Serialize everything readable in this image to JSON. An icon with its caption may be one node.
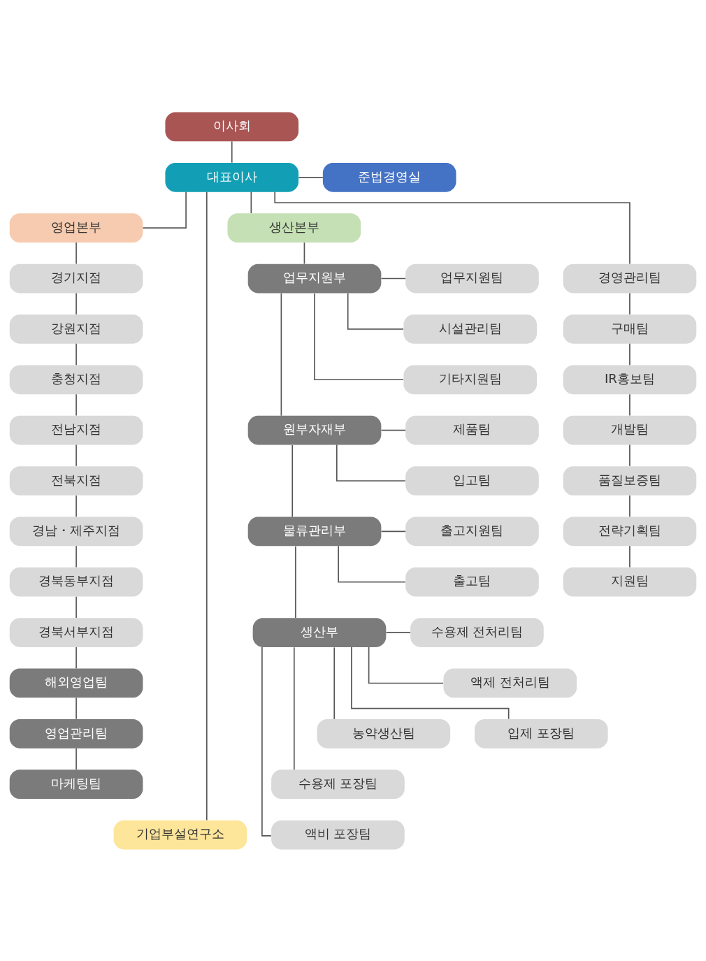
{
  "diagram": {
    "nodes": [
      {
        "text": [
          "이사회"
        ]
      },
      {
        "text": [
          "대표이사"
        ]
      },
      {
        "text": [
          "준법경영실"
        ]
      },
      {
        "text": [
          "영업본부"
        ]
      },
      {
        "text": [
          "경기지점"
        ]
      },
      {
        "text": [
          "강원지점"
        ]
      },
      {
        "text": [
          "충청지점"
        ]
      },
      {
        "text": [
          "전남지점"
        ]
      },
      {
        "text": [
          "전북지점"
        ]
      },
      {
        "text": [
          "경남・제주지점"
        ]
      },
      {
        "text": [
          "경북동부지점"
        ]
      },
      {
        "text": [
          "경북서부지점"
        ]
      },
      {
        "text": [
          "해외영업팀"
        ]
      },
      {
        "text": [
          "영업관리팀"
        ]
      },
      {
        "text": [
          "마케팅팀"
        ]
      },
      {
        "text": [
          "기업부설연구소"
        ]
      },
      {
        "text": [
          "생산본부"
        ]
      },
      {
        "text": [
          "업무지원부"
        ]
      },
      {
        "text": [
          "원부자재부"
        ]
      },
      {
        "text": [
          "물류관리부"
        ]
      },
      {
        "text": [
          "생산부"
        ]
      },
      {
        "text": [
          "농약생산팀"
        ]
      },
      {
        "text": [
          "업무지원팀"
        ]
      },
      {
        "text": [
          "시설관리팀"
        ]
      },
      {
        "text": [
          "기타지원팀"
        ]
      },
      {
        "text": [
          "제품팀"
        ]
      },
      {
        "text": [
          "입고팀"
        ]
      },
      {
        "text": [
          "출고지원팀"
        ]
      },
      {
        "text": [
          "출고팀"
        ]
      },
      {
        "text": [
          "수용제 전처리팀"
        ]
      },
      {
        "text": [
          "액제 전처리팀"
        ]
      },
      {
        "text": [
          "입제 포장팀"
        ]
      },
      {
        "text": [
          "수용제 포장팀"
        ]
      },
      {
        "text": [
          "액비 포장팀"
        ]
      },
      {
        "text": [
          "경영관리팀"
        ]
      },
      {
        "text": [
          "구매팀"
        ]
      },
      {
        "text": [
          "IR홍보팀"
        ]
      },
      {
        "text": [
          "개발팀"
        ]
      },
      {
        "text": [
          "품질보증팀"
        ]
      },
      {
        "text": [
          "전략기획팀"
        ]
      },
      {
        "text": [
          "지원팀"
        ]
      }
    ],
    "edges": [
      {
        "from": 0,
        "to": 1,
        "arrow": "none"
      },
      {
        "from": 1,
        "to": 2,
        "arrow": "none"
      },
      {
        "from": 1,
        "to": 3,
        "arrow": "none"
      },
      {
        "from": 1,
        "to": 16,
        "arrow": "none"
      },
      {
        "from": 1,
        "to": 34,
        "arrow": "none"
      },
      {
        "from": 1,
        "to": 15,
        "arrow": "none"
      },
      {
        "from": 3,
        "to": 4,
        "arrow": "none"
      },
      {
        "from": 4,
        "to": 5,
        "arrow": "none"
      },
      {
        "from": 5,
        "to": 6,
        "arrow": "none"
      },
      {
        "from": 6,
        "to": 7,
        "arrow": "none"
      },
      {
        "from": 7,
        "to": 8,
        "arrow": "none"
      },
      {
        "from": 8,
        "to": 9,
        "arrow": "none"
      },
      {
        "from": 9,
        "to": 10,
        "arrow": "none"
      },
      {
        "from": 10,
        "to": 11,
        "arrow": "none"
      },
      {
        "from": 11,
        "to": 12,
        "arrow": "none"
      },
      {
        "from": 12,
        "to": 13,
        "arrow": "none"
      },
      {
        "from": 13,
        "to": 14,
        "arrow": "none"
      },
      {
        "from": 16,
        "to": 17,
        "arrow": "none"
      },
      {
        "from": 17,
        "to": 18,
        "arrow": "none"
      },
      {
        "from": 18,
        "to": 19,
        "arrow": "none"
      },
      {
        "from": 19,
        "to": 20,
        "arrow": "none"
      },
      {
        "from": 20,
        "to": 21,
        "arrow": "none"
      },
      {
        "from": 17,
        "to": 22,
        "arrow": "none"
      },
      {
        "from": 17,
        "to": 23,
        "arrow": "none"
      },
      {
        "from": 17,
        "to": 24,
        "arrow": "none"
      },
      {
        "from": 18,
        "to": 25,
        "arrow": "none"
      },
      {
        "from": 18,
        "to": 26,
        "arrow": "none"
      },
      {
        "from": 19,
        "to": 27,
        "arrow": "none"
      },
      {
        "from": 19,
        "to": 28,
        "arrow": "none"
      },
      {
        "from": 20,
        "to": 29,
        "arrow": "none"
      },
      {
        "from": 20,
        "to": 30,
        "arrow": "none"
      },
      {
        "from": 20,
        "to": 31,
        "arrow": "none"
      },
      {
        "from": 20,
        "to": 32,
        "arrow": "none"
      },
      {
        "from": 20,
        "to": 33,
        "arrow": "none"
      },
      {
        "from": 34,
        "to": 35,
        "arrow": "none"
      },
      {
        "from": 35,
        "to": 36,
        "arrow": "none"
      },
      {
        "from": 36,
        "to": 37,
        "arrow": "none"
      },
      {
        "from": 37,
        "to": 38,
        "arrow": "none"
      },
      {
        "from": 38,
        "to": 39,
        "arrow": "none"
      },
      {
        "from": 39,
        "to": 40,
        "arrow": "none"
      }
    ]
  }
}
